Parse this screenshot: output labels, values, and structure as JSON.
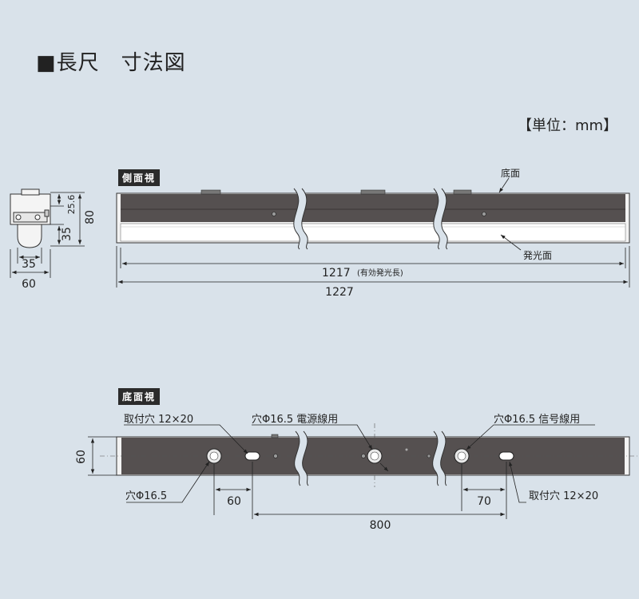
{
  "title": "■長尺　寸法図",
  "unit_label": "【単位：mm】",
  "side_view": {
    "tag": "側面視",
    "label_bottom_face": "底面",
    "label_light_face": "発光面",
    "dim_effective_value": "1217",
    "dim_effective_note": "(有効発光長)",
    "dim_total": "1227"
  },
  "end_view": {
    "dim_height": "80",
    "dim_upper": "25.6",
    "dim_lower": "35",
    "dim_inner_width": "35",
    "dim_outer_width": "60"
  },
  "bottom_view": {
    "tag": "底面視",
    "label_mount_left": "取付穴 12×20",
    "label_hole_power": "穴Φ16.5 電源線用",
    "label_hole_signal": "穴Φ16.5 信号線用",
    "label_hole_left": "穴Φ16.5",
    "label_mount_right": "取付穴 12×20",
    "dim_width": "60",
    "dim_left_offset": "60",
    "dim_right_offset": "70",
    "dim_mount_span": "800"
  },
  "colors": {
    "background": "#d9e2ea",
    "body": "#555050",
    "light_face": "#ffffff",
    "line": "#222222"
  }
}
